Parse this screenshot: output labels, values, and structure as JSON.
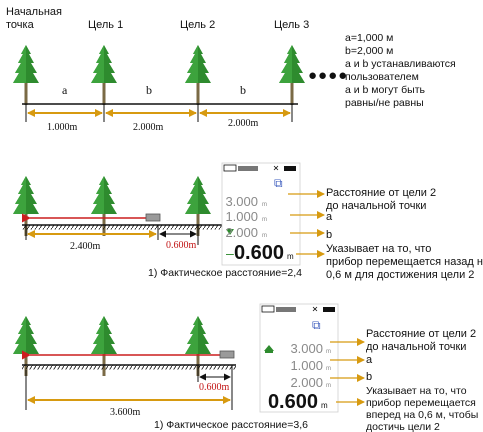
{
  "section1": {
    "labels": {
      "start": "Начальная\nточка",
      "target1": "Цель 1",
      "target2": "Цель 2",
      "target3": "Цель 3"
    },
    "segments": [
      "a",
      "b",
      "b"
    ],
    "distances": [
      "1.000m",
      "2.000m",
      "2.000m"
    ],
    "ellipsis": "●●●●",
    "notes": [
      "a=1,000 м",
      "b=2,000 м",
      "a и b устанавливаются",
      "пользователем",
      "a и b могут быть",
      "равны/не равны"
    ]
  },
  "section2": {
    "distances": {
      "total": "2.400m",
      "remaining": "0.600m"
    },
    "display": {
      "top": "3.000",
      "middle": "1.000",
      "bottom": "2.000",
      "main": "0.600",
      "unit": "m",
      "minus": "–"
    },
    "callouts": {
      "c1": [
        "Расстояние от цели 2",
        "до начальной точки"
      ],
      "c2": "a",
      "c3": "b",
      "c4": [
        "Указывает на то, что",
        "прибор перемещается назад на",
        "0,6 м для достижения цели 2"
      ]
    },
    "caption": "1) Фактическое расстояние=2,4"
  },
  "section3": {
    "distances": {
      "total": "3.600m",
      "remaining": "0.600m"
    },
    "display": {
      "top": "3.000",
      "middle": "1.000",
      "bottom": "2.000",
      "main": "0.600",
      "unit": "m"
    },
    "callouts": {
      "c1": [
        "Расстояние от цели 2",
        "до начальной точки"
      ],
      "c2": "a",
      "c3": "b",
      "c4": [
        "Указывает на то, что",
        "прибор перемещается",
        "вперед на 0,6 м, чтобы",
        "достичь цели 2"
      ]
    },
    "caption": "1) Фактическое расстояние=3,6"
  },
  "colors": {
    "tree": "#2e8b2e",
    "trunk": "#7a6a45",
    "measure": "#d79a10",
    "laser": "#cc1e1e",
    "ground": "#111111"
  }
}
